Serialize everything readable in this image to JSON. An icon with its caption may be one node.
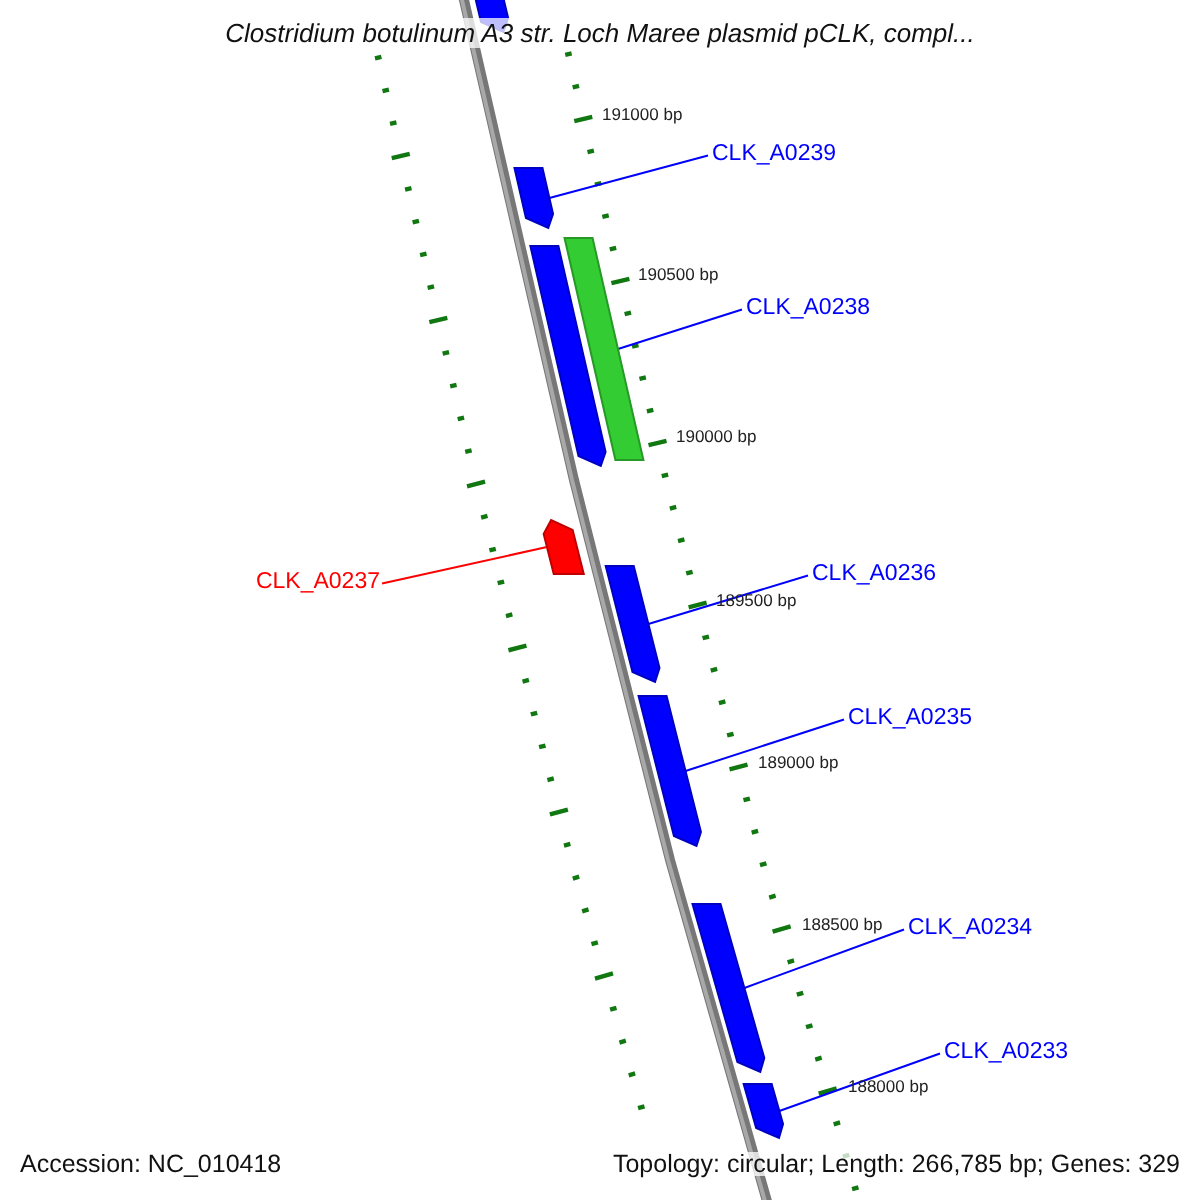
{
  "diagram": {
    "title": "Clostridium botulinum A3 str. Loch Maree plasmid pCLK, compl...",
    "nodes": [
      {
        "text": [],
        "shape": "pentagon"
      },
      {
        "text": [
          "CLK_A0239"
        ]
      },
      {
        "text": [],
        "shape": "pentagon"
      },
      {
        "text": [
          "CLK_A0238"
        ]
      },
      {
        "text": [],
        "shape": "pentagon"
      },
      {
        "text": [],
        "shape": "box"
      },
      {
        "text": [
          "CLK_A0237"
        ]
      },
      {
        "text": [],
        "shape": "pentagon"
      },
      {
        "text": [
          "CLK_A0236"
        ]
      },
      {
        "text": [],
        "shape": "pentagon"
      },
      {
        "text": [
          "CLK_A0235"
        ]
      },
      {
        "text": [],
        "shape": "pentagon"
      },
      {
        "text": [
          "CLK_A0234"
        ]
      },
      {
        "text": [],
        "shape": "pentagon"
      },
      {
        "text": [
          "CLK_A0233"
        ]
      },
      {
        "text": [],
        "shape": "pentagon"
      }
    ],
    "edges": [
      {
        "from": 1,
        "to": 2,
        "arrow": "none"
      },
      {
        "from": 3,
        "to": 5,
        "arrow": "none"
      },
      {
        "from": 6,
        "to": 7,
        "arrow": "none",
        "color": "#ff0000"
      },
      {
        "from": 8,
        "to": 9,
        "arrow": "none"
      },
      {
        "from": 10,
        "to": 11,
        "arrow": "none"
      },
      {
        "from": 12,
        "to": 13,
        "arrow": "none"
      },
      {
        "from": 14,
        "to": 15,
        "arrow": "none"
      }
    ],
    "labels": [
      "191000 bp",
      "190500 bp",
      "190000 bp",
      "189500 bp",
      "189000 bp",
      "188500 bp",
      "188000 bp",
      "Accession: NC_010418",
      "Topology: circular; Length: 266,785 bp; Genes: 329"
    ]
  }
}
